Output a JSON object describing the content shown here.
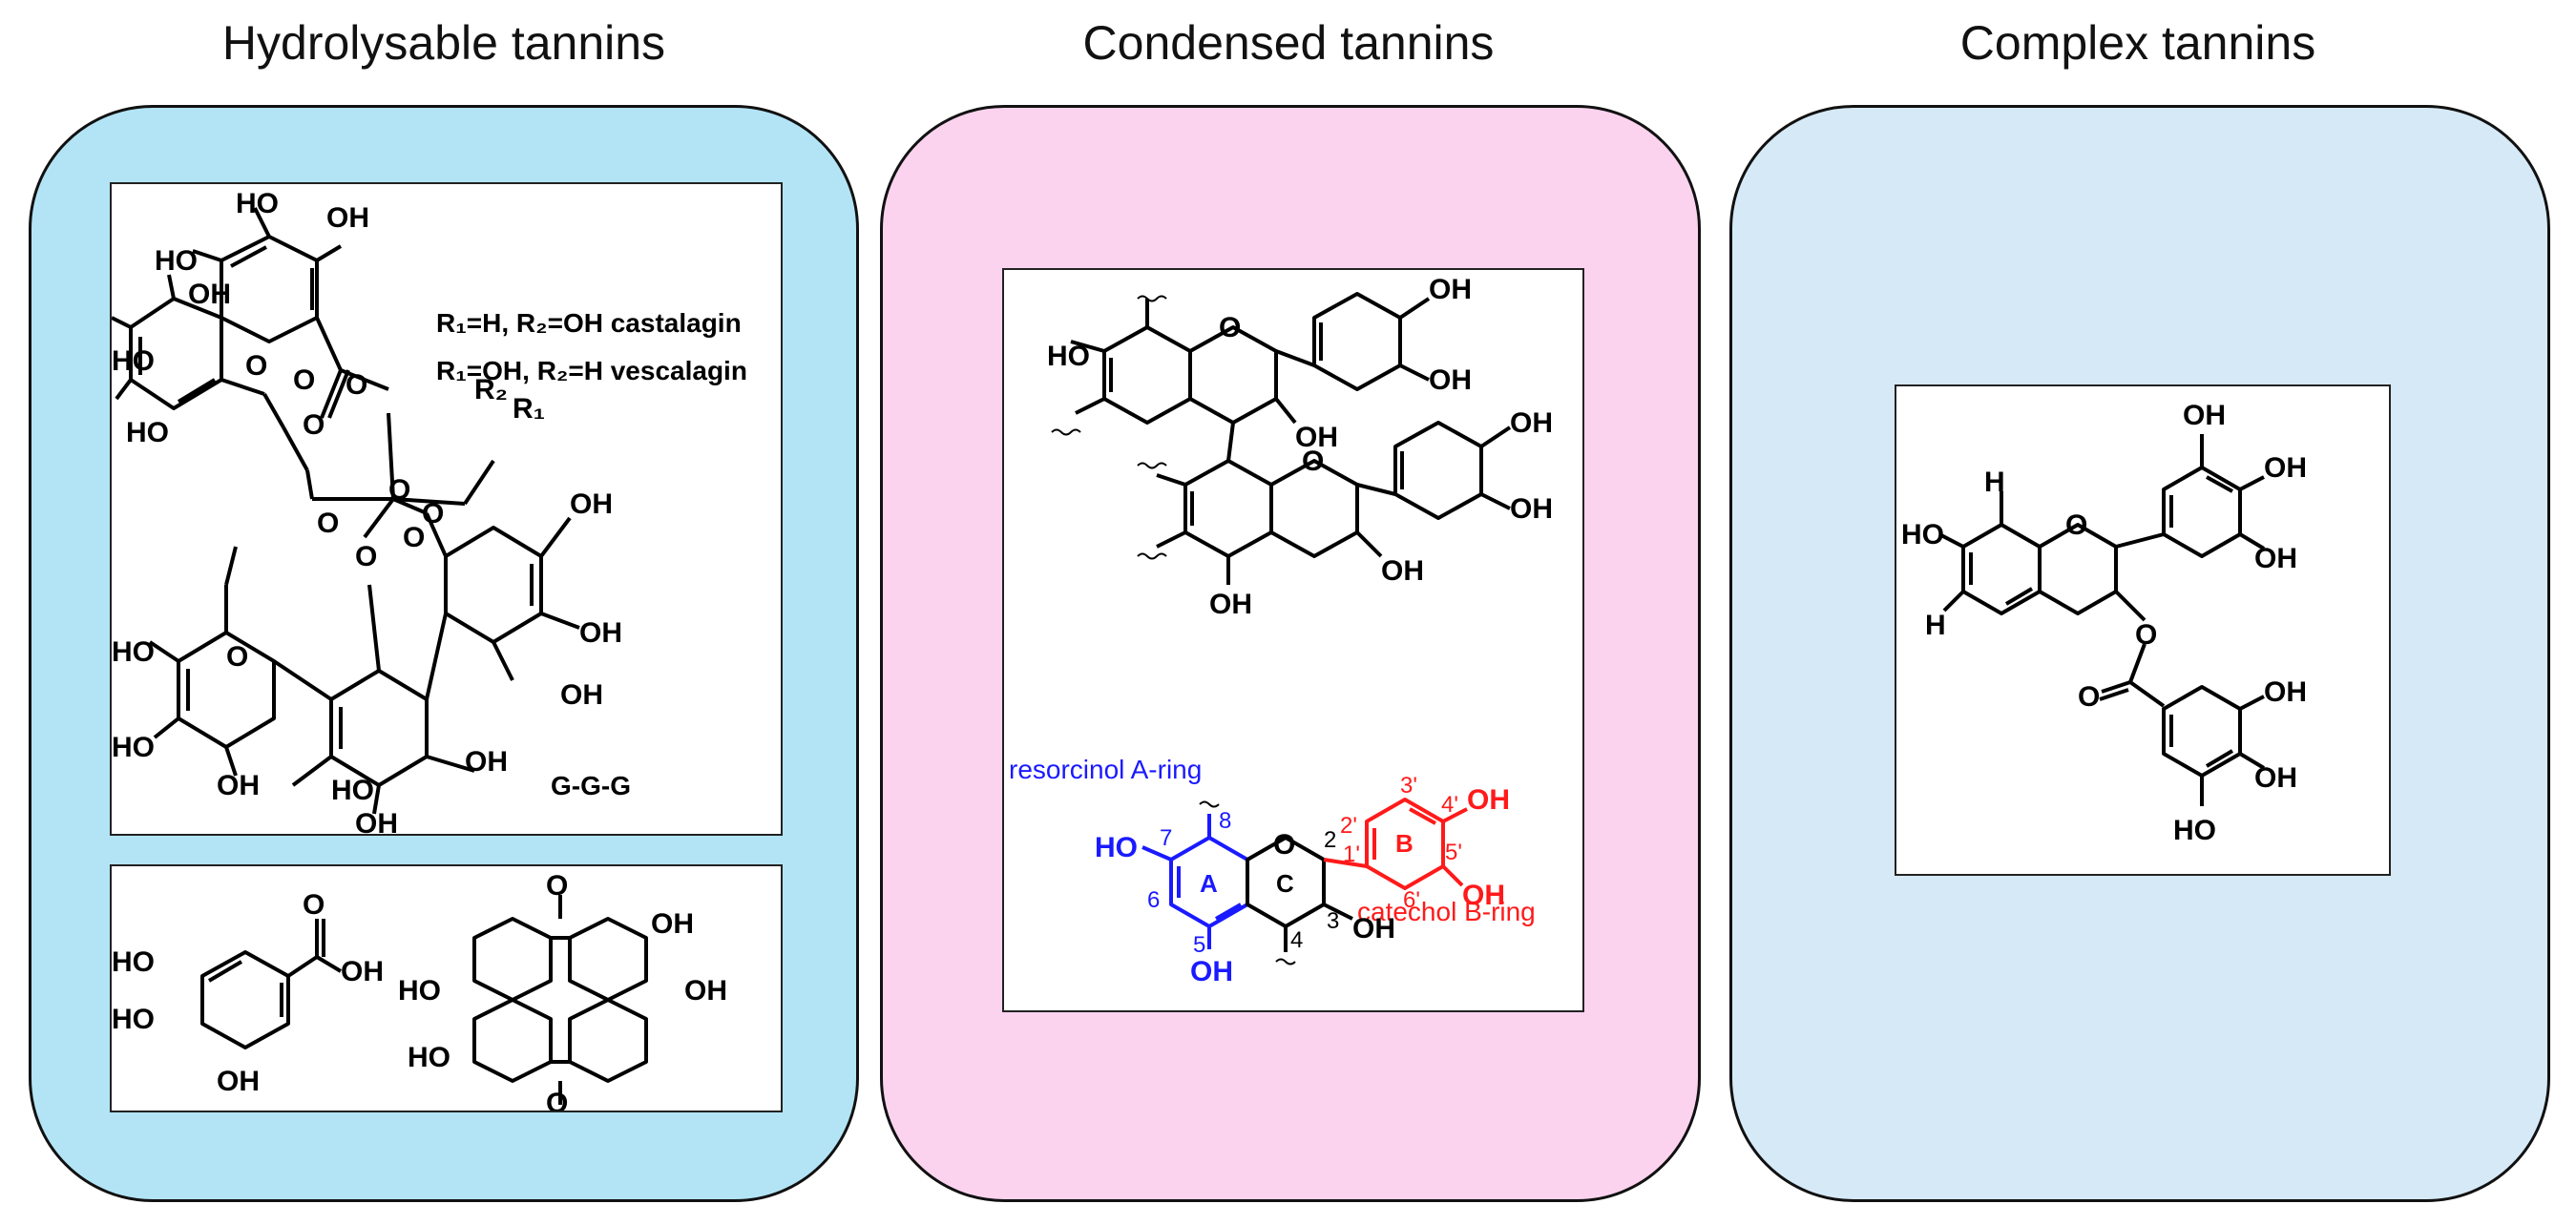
{
  "titles": {
    "hydrolysable": "Hydrolysable tannins",
    "condensed": "Condensed tannins",
    "complex": "Complex tannins"
  },
  "colors": {
    "hydrolysable_panel": "#b3e4f5",
    "condensed_panel": "#fcd3ef",
    "complex_panel": "#d6e9f7",
    "a_ring": "#1a1aff",
    "b_ring": "#ff1a1a"
  },
  "hydrolysable": {
    "legend_line1": "R₁=H, R₂=OH castalagin",
    "legend_line2": "R₁=OH, R₂=H vescalagin",
    "unit_label": "G-G-G",
    "r1": "R₁",
    "r2": "R₂",
    "oh": "OH",
    "ho": "HO",
    "o": "O"
  },
  "condensed": {
    "resorcinol_label": "resorcinol A-ring",
    "catechol_label": "catechol B-ring",
    "ring_a": "A",
    "ring_b": "B",
    "ring_c": "C",
    "pos_2": "2",
    "pos_3": "3",
    "pos_4": "4",
    "pos_5": "5",
    "pos_6": "6",
    "pos_7": "7",
    "pos_8": "8",
    "pos_1p": "1'",
    "pos_2p": "2'",
    "pos_3p": "3'",
    "pos_4p": "4'",
    "pos_5p": "5'",
    "pos_6p": "6'",
    "oh": "OH",
    "ho": "HO",
    "o": "O"
  },
  "complex": {
    "h": "H",
    "oh": "OH",
    "ho": "HO",
    "o": "O"
  }
}
